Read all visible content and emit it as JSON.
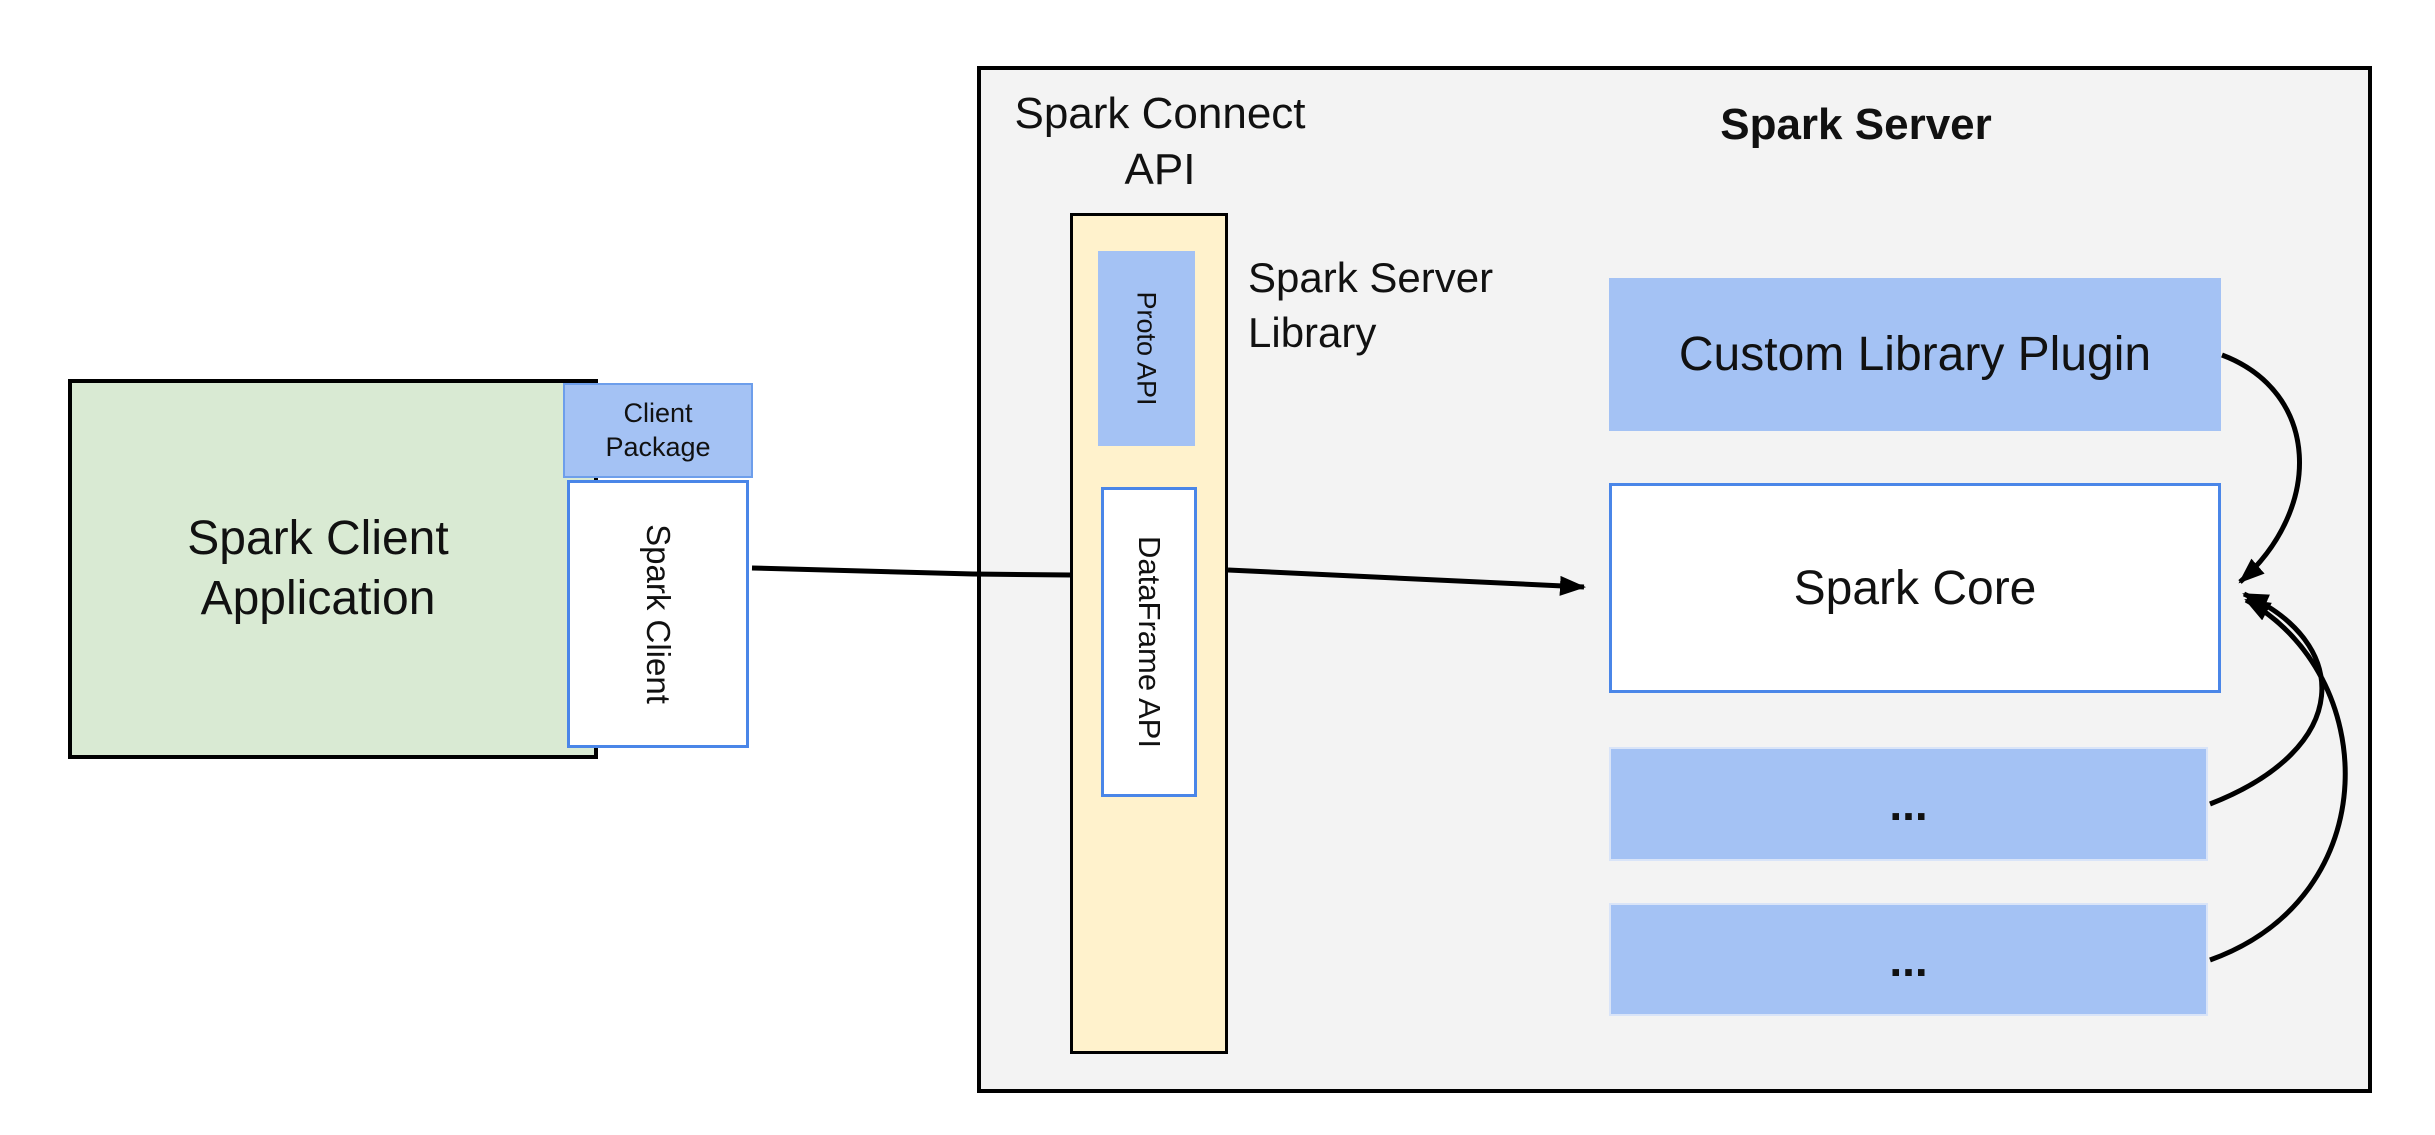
{
  "client": {
    "application_label_line1": "Spark Client",
    "application_label_line2": "Application",
    "package_label_line1": "Client",
    "package_label_line2": "Package",
    "spark_client_label": "Spark Client"
  },
  "connect_api": {
    "label_line1": "Spark Connect",
    "label_line2": "API",
    "proto_api_label": "Proto API",
    "dataframe_api_label": "DataFrame API",
    "server_library_label_line1": "Spark Server",
    "server_library_label_line2": "Library"
  },
  "server": {
    "title": "Spark Server",
    "custom_plugin_label": "Custom Library Plugin",
    "core_label": "Spark Core",
    "module_placeholder_1": "...",
    "module_placeholder_2": "..."
  },
  "colors": {
    "client_app_fill": "#d9ead3",
    "accent_blue_fill": "#a4c2f4",
    "connect_api_fill": "#fff2cc",
    "server_fill": "#f3f3f3",
    "box_border_blue": "#4a86e8",
    "package_border_blue": "#6d9eeb",
    "outline_black": "#000000",
    "background": "#ffffff"
  }
}
